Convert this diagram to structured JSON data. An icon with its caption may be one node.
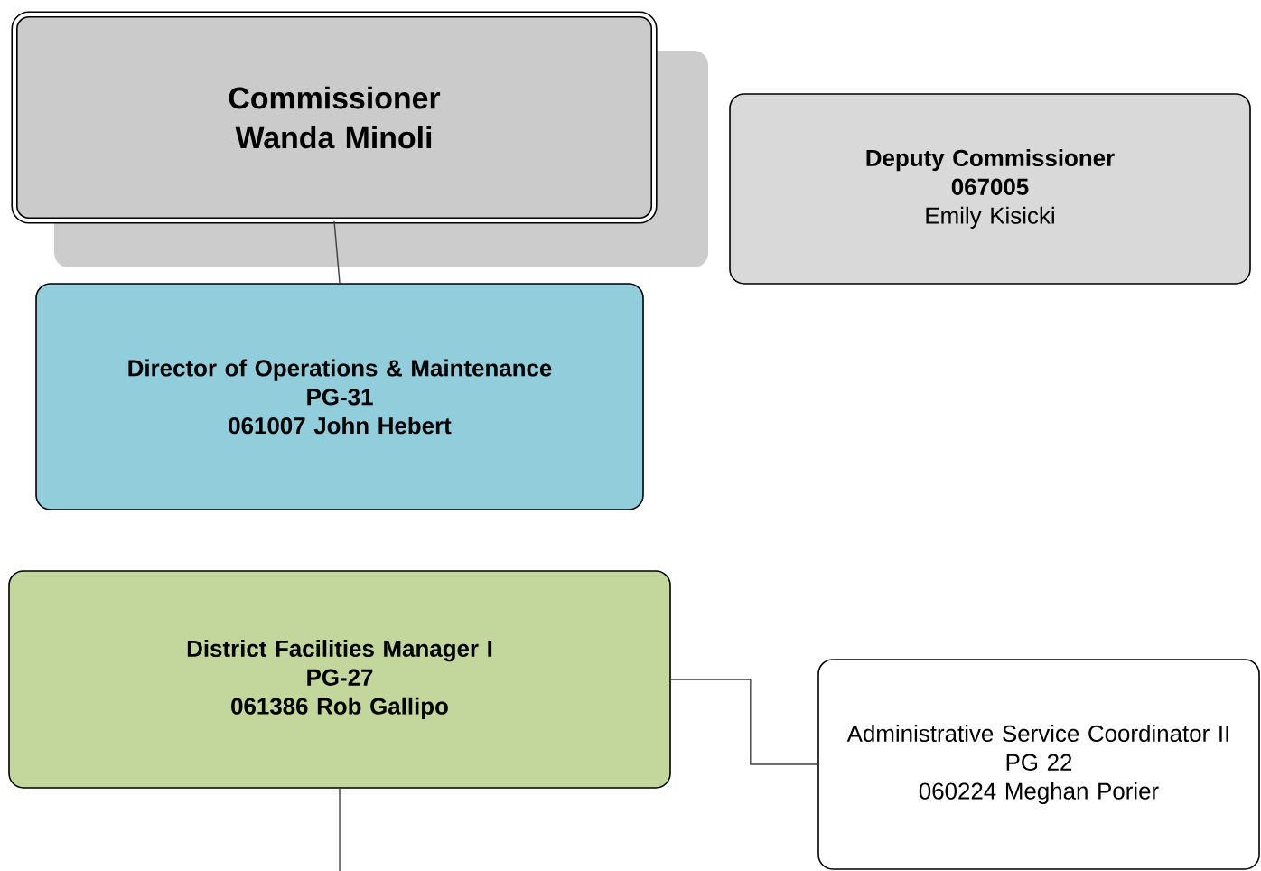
{
  "diagram": {
    "nodes": [
      {
        "text": [
          "Commissioner Wanda Minoli"
        ]
      },
      {
        "text": [
          "Deputy Commissioner",
          "067005",
          "Emily Kisicki"
        ]
      },
      {
        "text": [
          "Director of Operations & Maintenance",
          "PG-31",
          "061007 John Hebert"
        ]
      },
      {
        "text": [
          "District Facilities Manager I",
          "PG-27",
          "061386 Rob Gallipo"
        ]
      },
      {
        "text": [
          "Administrative Service Coordinator II",
          "PG 22",
          "060224 Meghan Porier"
        ]
      }
    ],
    "edges": [
      {
        "from": 0,
        "to": 2,
        "arrow": "none"
      },
      {
        "from": 3,
        "to": 4,
        "arrow": "none"
      },
      {
        "from": 3,
        "to": null,
        "arrow": "none"
      }
    ]
  }
}
